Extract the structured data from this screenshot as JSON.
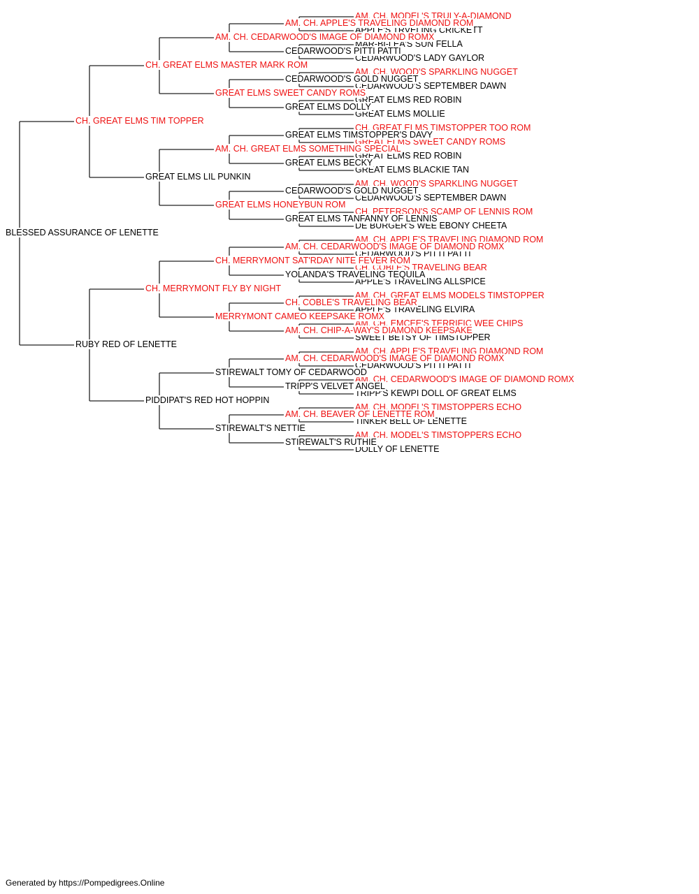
{
  "colors": {
    "champion": "#ee1111",
    "regular": "#000000",
    "lines": "#222222"
  },
  "pedigree": {
    "name": "BLESSED ASSURANCE OF LENETTE",
    "champion": false,
    "sire": {
      "name": "CH. GREAT ELMS TIM TOPPER",
      "champion": true,
      "sire": {
        "name": "CH. GREAT ELMS MASTER MARK ROM",
        "champion": true,
        "sire": {
          "name": "AM. CH. CEDARWOOD'S IMAGE OF DIAMOND ROMX",
          "champion": true,
          "sire": {
            "name": "AM. CH. APPLE'S TRAVELING DIAMOND ROM",
            "champion": true,
            "sire": {
              "name": "AM. CH. MODEL'S TRULY-A-DIAMOND",
              "champion": true
            },
            "dam": {
              "name": "APPLE'S TRVELING CRICKETT",
              "champion": false
            }
          },
          "dam": {
            "name": "CEDARWOOD'S PITTI PATTI",
            "champion": false,
            "sire": {
              "name": "MAR-BI-LEA'S SUN FELLA",
              "champion": false
            },
            "dam": {
              "name": "CEDARWOOD'S LADY GAYLOR",
              "champion": false
            }
          }
        },
        "dam": {
          "name": "GREAT ELMS SWEET CANDY ROMS",
          "champion": true,
          "sire": {
            "name": "CEDARWOOD'S GOLD NUGGET",
            "champion": false,
            "sire": {
              "name": "AM. CH. WOOD'S SPARKLING NUGGET",
              "champion": true
            },
            "dam": {
              "name": "CEDARWOOD'S SEPTEMBER DAWN",
              "champion": false
            }
          },
          "dam": {
            "name": "GREAT ELMS DOLLY",
            "champion": false,
            "sire": {
              "name": "GREAT ELMS RED ROBIN",
              "champion": false
            },
            "dam": {
              "name": "GREAT ELMS MOLLIE",
              "champion": false
            }
          }
        }
      },
      "dam": {
        "name": "GREAT ELMS LIL PUNKIN",
        "champion": false,
        "sire": {
          "name": "AM. CH. GREAT ELMS SOMETHING SPECIAL",
          "champion": true,
          "sire": {
            "name": "GREAT ELMS TIMSTOPPER'S DAVY",
            "champion": false,
            "sire": {
              "name": "CH. GREAT ELMS TIMSTOPPER TOO ROM",
              "champion": true
            },
            "dam": {
              "name": "GREAT ELMS SWEET CANDY ROMS",
              "champion": true
            }
          },
          "dam": {
            "name": "GREAT ELMS BECKY",
            "champion": false,
            "sire": {
              "name": "GREAT ELMS RED ROBIN",
              "champion": false
            },
            "dam": {
              "name": "GREAT ELMS BLACKIE TAN",
              "champion": false
            }
          }
        },
        "dam": {
          "name": "GREAT ELMS HONEYBUN ROM",
          "champion": true,
          "sire": {
            "name": "CEDARWOOD'S GOLD NUGGET",
            "champion": false,
            "sire": {
              "name": "AM. CH. WOOD'S SPARKLING NUGGET",
              "champion": true
            },
            "dam": {
              "name": "CEDARWOOD'S SEPTEMBER DAWN",
              "champion": false
            }
          },
          "dam": {
            "name": "GREAT ELMS TANFANNY OF LENNIS",
            "champion": false,
            "sire": {
              "name": "CH. PETERSON'S SCAMP OF LENNIS ROM",
              "champion": true
            },
            "dam": {
              "name": "DE BURGER'S WEE EBONY CHEETA",
              "champion": false
            }
          }
        }
      }
    },
    "dam": {
      "name": "RUBY RED OF LENETTE",
      "champion": false,
      "sire": {
        "name": "CH. MERRYMONT FLY BY NIGHT",
        "champion": true,
        "sire": {
          "name": "CH. MERRYMONT SAT'RDAY NITE FEVER ROM",
          "champion": true,
          "sire": {
            "name": "AM. CH. CEDARWOOD'S IMAGE OF DIAMOND ROMX",
            "champion": true,
            "sire": {
              "name": "AM. CH. APPLE'S TRAVELING DIAMOND ROM",
              "champion": true
            },
            "dam": {
              "name": "CEDARWOOD'S PITTI PATTI",
              "champion": false
            }
          },
          "dam": {
            "name": "YOLANDA'S TRAVELING TEQUILA",
            "champion": false,
            "sire": {
              "name": "CH. COBLE'S TRAVELING BEAR",
              "champion": true
            },
            "dam": {
              "name": "APPLE'S TRAVELING ALLSPICE",
              "champion": false
            }
          }
        },
        "dam": {
          "name": "MERRYMONT CAMEO KEEPSAKE ROMX",
          "champion": true,
          "sire": {
            "name": "CH. COBLE'S TRAVELING BEAR",
            "champion": true,
            "sire": {
              "name": "AM. CH. GREAT ELMS MODELS TIMSTOPPER",
              "champion": true
            },
            "dam": {
              "name": "APPLE'S TRAVELING ELVIRA",
              "champion": false
            }
          },
          "dam": {
            "name": "AM. CH. CHIP-A-WAY'S DIAMOND KEEPSAKE",
            "champion": true,
            "sire": {
              "name": "AM. CH. EMCEE'S TERRIFIC WEE CHIPS",
              "champion": true
            },
            "dam": {
              "name": "SWEET BETSY OF TIMSTOPPER",
              "champion": false
            }
          }
        }
      },
      "dam": {
        "name": "PIDDIPAT'S RED HOT HOPPIN",
        "champion": false,
        "sire": {
          "name": "STIREWALT TOMY OF CEDARWOOD",
          "champion": false,
          "sire": {
            "name": "AM. CH. CEDARWOOD'S IMAGE OF DIAMOND ROMX",
            "champion": true,
            "sire": {
              "name": "AM. CH. APPLE'S TRAVELING DIAMOND ROM",
              "champion": true
            },
            "dam": {
              "name": "CEDARWOOD'S PITTI PATTI",
              "champion": false
            }
          },
          "dam": {
            "name": "TRIPP'S VELVET ANGEL",
            "champion": false,
            "sire": {
              "name": "AM. CH. CEDARWOOD'S IMAGE OF DIAMOND ROMX",
              "champion": true
            },
            "dam": {
              "name": "TRIPP'S KEWPI DOLL OF GREAT ELMS",
              "champion": false
            }
          }
        },
        "dam": {
          "name": "STIREWALT'S NETTIE",
          "champion": false,
          "sire": {
            "name": "AM. CH. BEAVER OF LENETTE ROM",
            "champion": true,
            "sire": {
              "name": "AM. CH. MODEL'S TIMSTOPPERS ECHO",
              "champion": true
            },
            "dam": {
              "name": "TINKER BELL OF LENETTE",
              "champion": false
            }
          },
          "dam": {
            "name": "STIREWALT'S RUTHIE",
            "champion": false,
            "sire": {
              "name": "AM. CH. MODEL'S TIMSTOPPERS ECHO",
              "champion": true
            },
            "dam": {
              "name": "DOLLY OF LENETTE",
              "champion": false
            }
          }
        }
      }
    }
  },
  "footer": {
    "text": "Generated by https://Pompedigrees.Online"
  }
}
